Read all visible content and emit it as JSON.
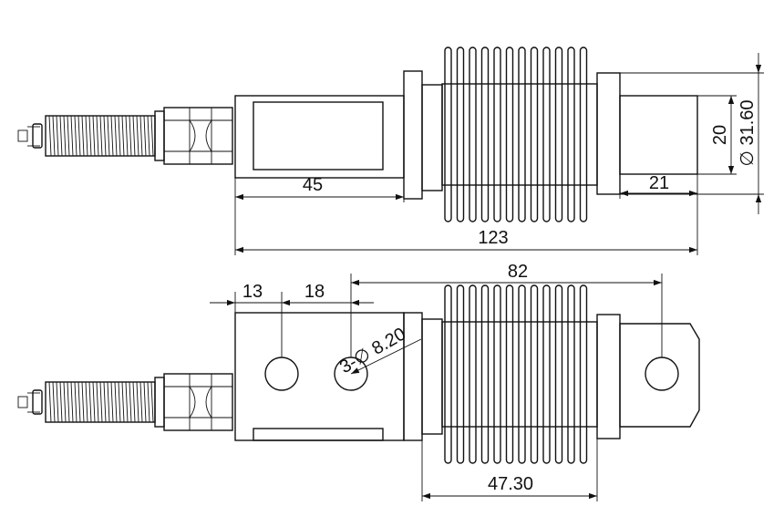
{
  "dimensions": {
    "top": {
      "length_45": "45",
      "length_123": "123",
      "length_21": "21",
      "height_20": "20",
      "diameter_31_60": "∅ 31.60"
    },
    "bottom": {
      "offset_13": "13",
      "offset_18": "18",
      "length_82": "82",
      "bellows_47_30": "47.30",
      "hole_callout": "3-∅ 8.20"
    }
  },
  "colors": {
    "line": "#111111",
    "background": "#ffffff"
  }
}
